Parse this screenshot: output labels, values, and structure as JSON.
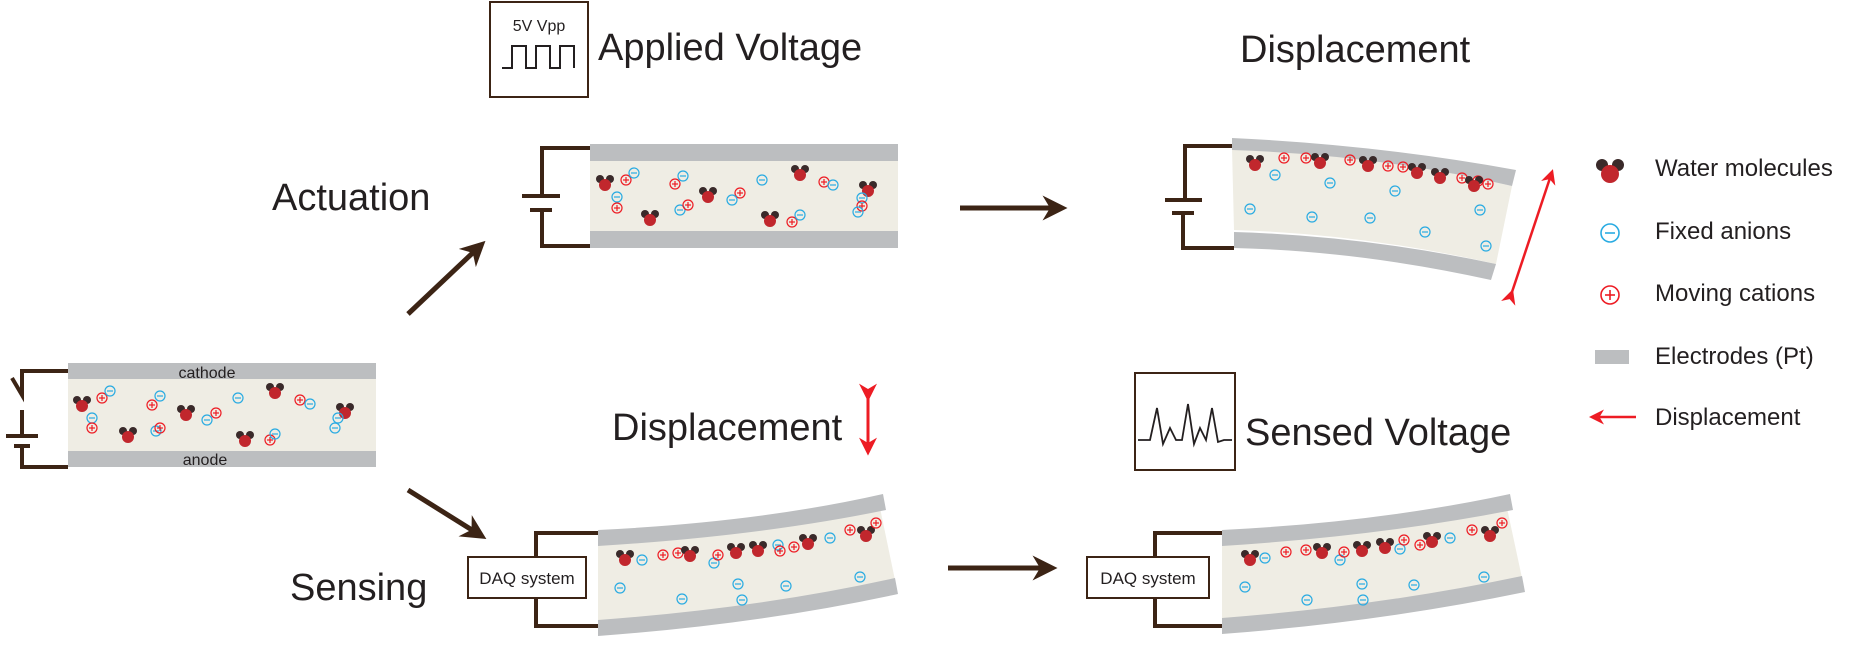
{
  "labels": {
    "actuation": "Actuation",
    "sensing": "Sensing",
    "applied_voltage": "Applied Voltage",
    "displacement_top": "Displacement",
    "displacement_bottom": "Displacement",
    "sensed_voltage": "Sensed Voltage",
    "vpp": "5V Vpp",
    "cathode": "cathode",
    "anode": "anode",
    "daq1": "DAQ system",
    "daq2": "DAQ system"
  },
  "legend": [
    {
      "icon": "water-molecule-icon",
      "label": "Water molecules"
    },
    {
      "icon": "anion-icon",
      "label": "Fixed anions"
    },
    {
      "icon": "cation-icon",
      "label": "Moving cations"
    },
    {
      "icon": "electrode-icon",
      "label": "Electrodes (Pt)"
    },
    {
      "icon": "displacement-arrow-icon",
      "label": "Displacement"
    }
  ],
  "colors": {
    "electrode": "#bcbec0",
    "polymer": "#efede4",
    "water": "#c1272d",
    "water_dark": "#3a2a2a",
    "anion": "#29abe2",
    "cation": "#ed1c24",
    "wire": "#3c2415",
    "arrow_red": "#ed1c24"
  }
}
